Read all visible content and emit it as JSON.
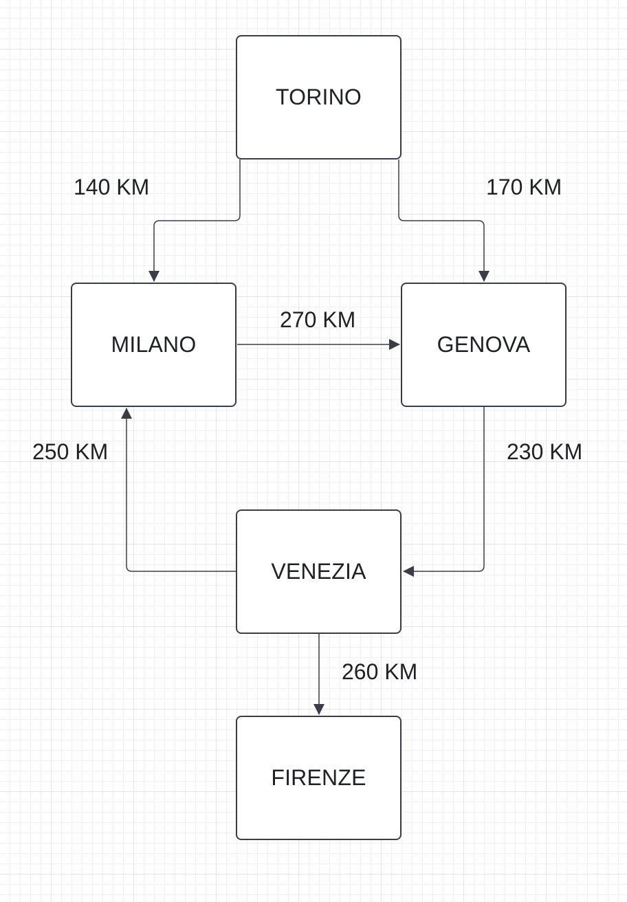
{
  "diagram": {
    "nodes": {
      "torino": "TORINO",
      "milano": "MILANO",
      "genova": "GENOVA",
      "venezia": "VENEZIA",
      "firenze": "FIRENZE"
    },
    "edges": [
      {
        "from": "TORINO",
        "to": "MILANO",
        "label": "140 KM"
      },
      {
        "from": "TORINO",
        "to": "GENOVA",
        "label": "170 KM"
      },
      {
        "from": "MILANO",
        "to": "GENOVA",
        "label": "270 KM"
      },
      {
        "from": "VENEZIA",
        "to": "MILANO",
        "label": "250 KM"
      },
      {
        "from": "GENOVA",
        "to": "VENEZIA",
        "label": "230 KM"
      },
      {
        "from": "VENEZIA",
        "to": "FIRENZE",
        "label": "260 KM"
      }
    ],
    "colors": {
      "line": "#3a3d45",
      "text": "#202124",
      "grid": "#e3e3e3"
    }
  }
}
